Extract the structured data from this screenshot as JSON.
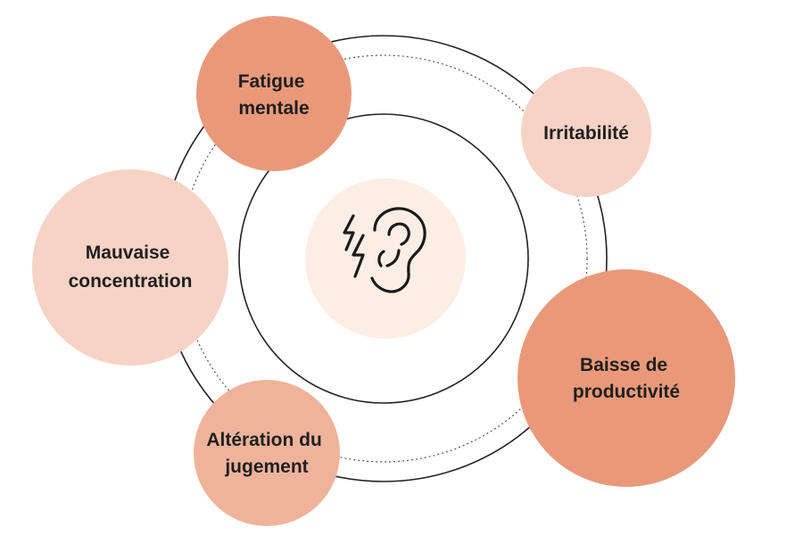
{
  "center": {
    "icon": "ear-with-lightning-icon"
  },
  "colors": {
    "dark_orange": "#e9997a",
    "medium_orange": "#efb39b",
    "light_peach": "#f6d3c5",
    "center_fill": "#fdeee5",
    "ring_stroke": "#222222"
  },
  "bubbles": [
    {
      "id": "fatigue",
      "lines": [
        "Fatigue",
        "mentale"
      ],
      "tone": "dark_orange"
    },
    {
      "id": "irritabilite",
      "lines": [
        "Irritabilité"
      ],
      "tone": "light_peach"
    },
    {
      "id": "concentration",
      "lines": [
        "Mauvaise",
        "concentration"
      ],
      "tone": "light_peach"
    },
    {
      "id": "productivite",
      "lines": [
        "Baisse de",
        "productivité"
      ],
      "tone": "dark_orange"
    },
    {
      "id": "jugement",
      "lines": [
        "Altération du",
        "jugement"
      ],
      "tone": "medium_orange"
    }
  ]
}
